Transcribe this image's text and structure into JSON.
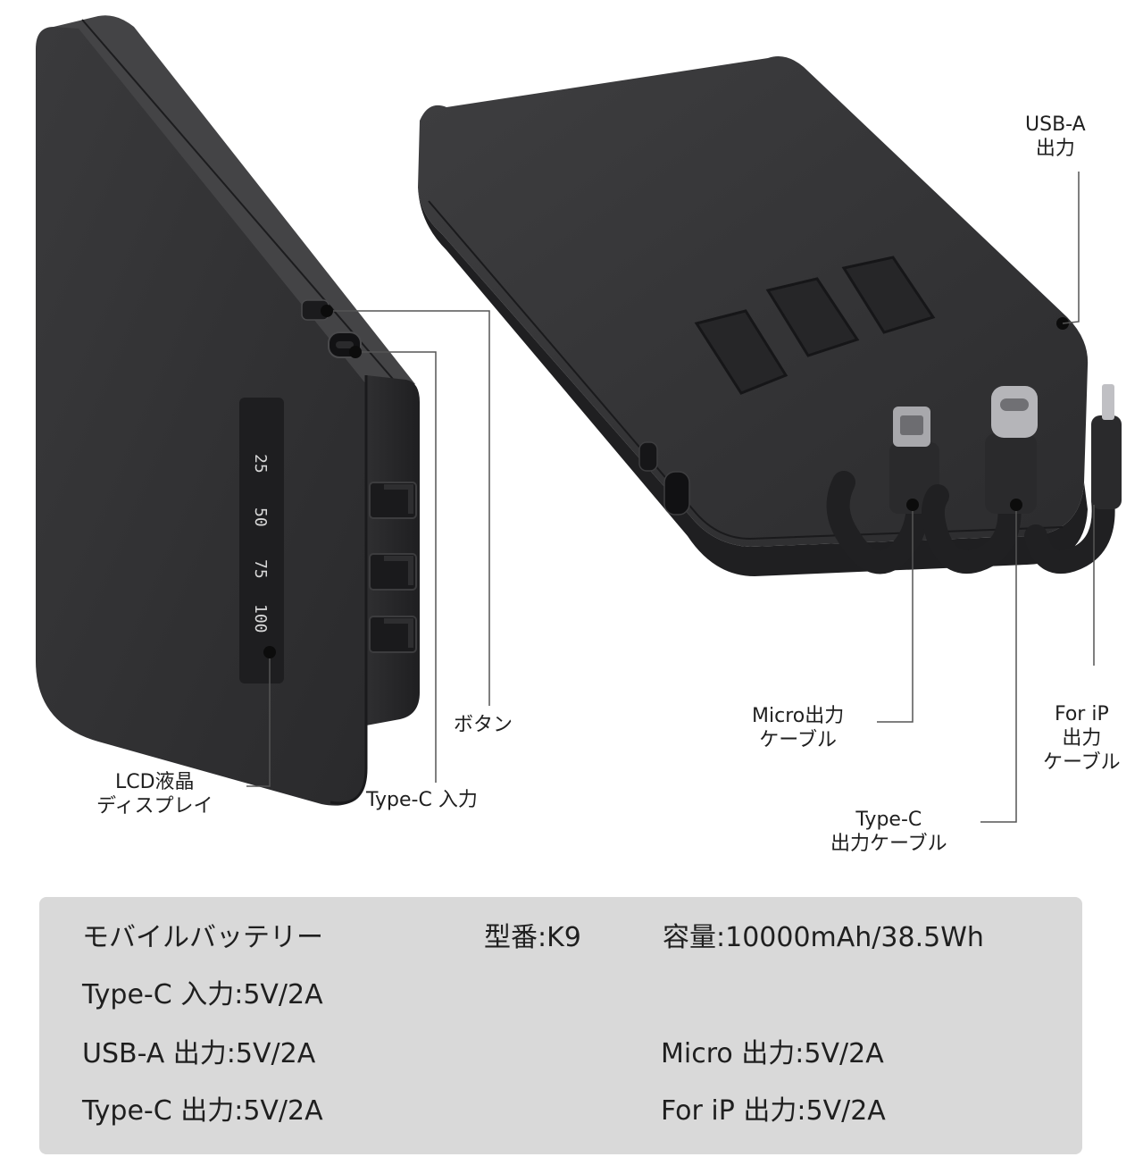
{
  "callouts": {
    "usb_a": [
      "USB-A",
      "出力"
    ],
    "button": [
      "ボタン"
    ],
    "type_c_in": [
      "Type-C 入力"
    ],
    "lcd": [
      "LCD液晶",
      "ディスプレイ"
    ],
    "micro_cable": [
      "Micro出力",
      "ケーブル"
    ],
    "type_c_cable": [
      "Type-C",
      "出力ケーブル"
    ],
    "ip_cable": [
      "For iP",
      "出力",
      "ケーブル"
    ]
  },
  "lcd_levels": [
    "25",
    "50",
    "75",
    "100"
  ],
  "specs": {
    "product": "モバイルバッテリー",
    "model": "型番:K9",
    "capacity": "容量:10000mAh/38.5Wh",
    "type_c_input": "Type-C 入力:5V/2A",
    "usb_a_output": "USB-A 出力:5V/2A",
    "micro_output": "Micro 出力:5V/2A",
    "type_c_output": "Type-C 出力:5V/2A",
    "ip_output": "For iP 出力:5V/2A"
  },
  "colors": {
    "body_dark": "#2a2a2c",
    "body_mid": "#353537",
    "panel_bg": "#d9d9d9",
    "leader_line": "#555555"
  }
}
